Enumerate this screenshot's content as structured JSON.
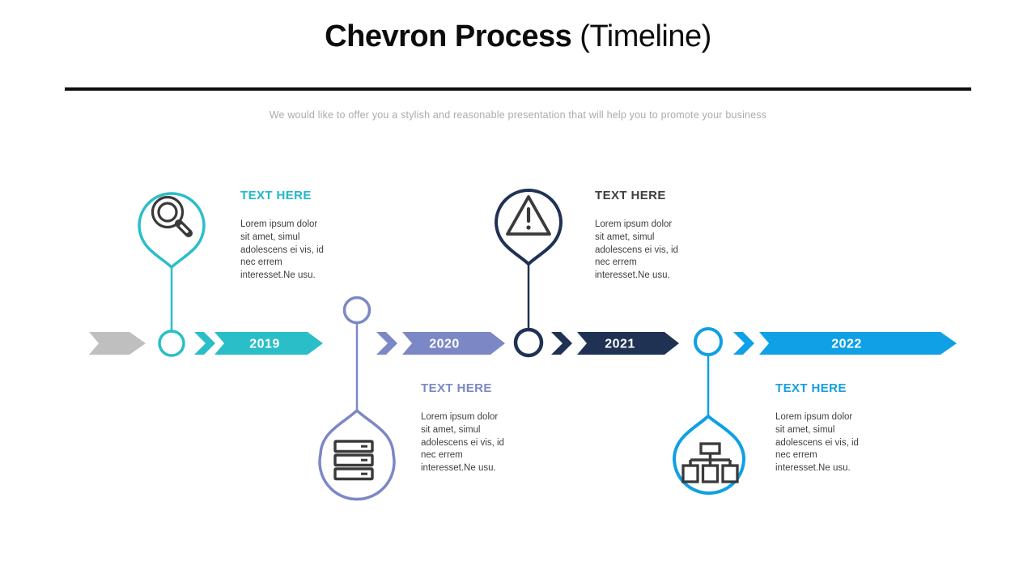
{
  "slide": {
    "title_bold": "Chevron Process",
    "title_regular": " (Timeline)",
    "subtitle": "We would like to offer you a stylish and reasonable presentation that will help you to promote your business"
  },
  "timeline": {
    "start_chevron_color": "#BFBFBF",
    "segments": [
      {
        "year": "2019",
        "color": "#2ABEC8"
      },
      {
        "year": "2020",
        "color": "#7C88C6"
      },
      {
        "year": "2021",
        "color": "#1F3254"
      },
      {
        "year": "2022",
        "color": "#0FA0E5"
      }
    ]
  },
  "milestones": [
    {
      "heading": "TEXT HERE",
      "body": "Lorem ipsum dolor\nsit amet, simul\nadolescens ei vis, id\nnec errem\ninteresset.Ne usu.",
      "accent": "#1FB9C9",
      "icon": "magnifier-icon",
      "position": "above-timeline"
    },
    {
      "heading": "TEXT HERE",
      "body": "Lorem ipsum dolor\nsit amet, simul\nadolescens ei vis, id\nnec errem\ninteresset.Ne usu.",
      "accent": "#7C88C6",
      "icon": "server-stack-icon",
      "position": "below-timeline"
    },
    {
      "heading": "TEXT HERE",
      "body": "Lorem ipsum dolor\nsit amet, simul\nadolescens ei vis, id\nnec errem\ninteresset.Ne usu.",
      "accent": "#404040",
      "icon": "warning-triangle-icon",
      "position": "above-timeline"
    },
    {
      "heading": "TEXT HERE",
      "body": "Lorem ipsum dolor\nsit amet, simul\nadolescens ei vis, id\nnec errem\ninteresset.Ne usu.",
      "accent": "#189DE0",
      "icon": "sitemap-icon",
      "position": "below-timeline"
    }
  ],
  "colors": {
    "teal": "#2ABEC8",
    "purple": "#7C88C6",
    "navy": "#1F3254",
    "blue": "#0FA0E5",
    "gray_chevron": "#BFBFBF",
    "icon_gray": "#3A3A3A",
    "body_text": "#3F3F3F",
    "subtitle_gray": "#ABABAB",
    "divider_black": "#0D0D0D"
  }
}
